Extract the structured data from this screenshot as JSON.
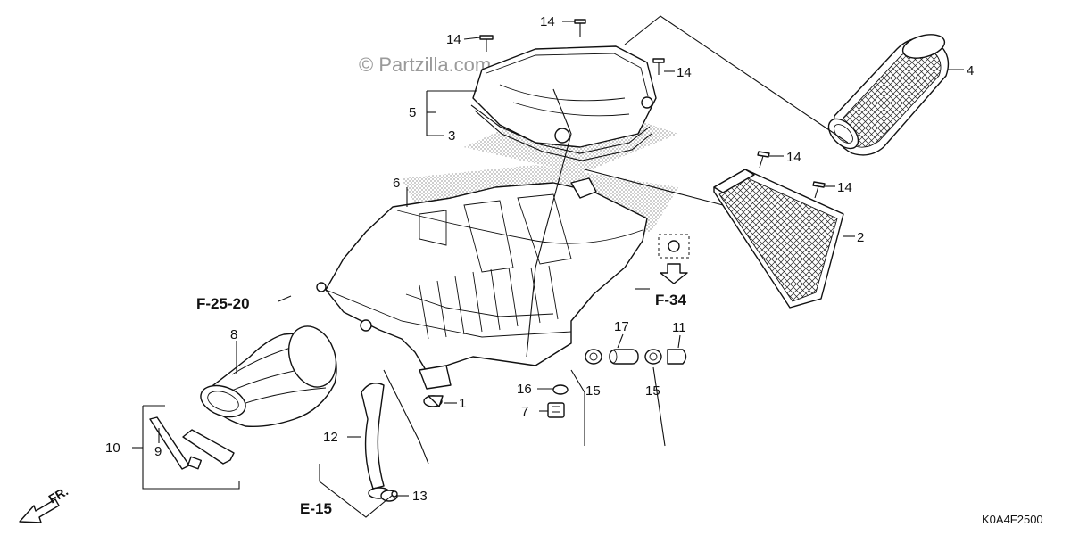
{
  "watermark": "© Partzilla.com",
  "diagram_code": "K0A4F2500",
  "front_arrow_label": "FR.",
  "references": {
    "f2520": "F-25-20",
    "f34": "F-34",
    "e15": "E-15"
  },
  "callouts": {
    "c1": "1",
    "c2": "2",
    "c3": "3",
    "c4": "4",
    "c5": "5",
    "c6": "6",
    "c7": "7",
    "c8": "8",
    "c9": "9",
    "c10": "10",
    "c11": "11",
    "c12": "12",
    "c13": "13",
    "c14a": "14",
    "c14b": "14",
    "c14c": "14",
    "c14d": "14",
    "c14e": "14",
    "c15a": "15",
    "c15b": "15",
    "c16": "16",
    "c17": "17"
  }
}
